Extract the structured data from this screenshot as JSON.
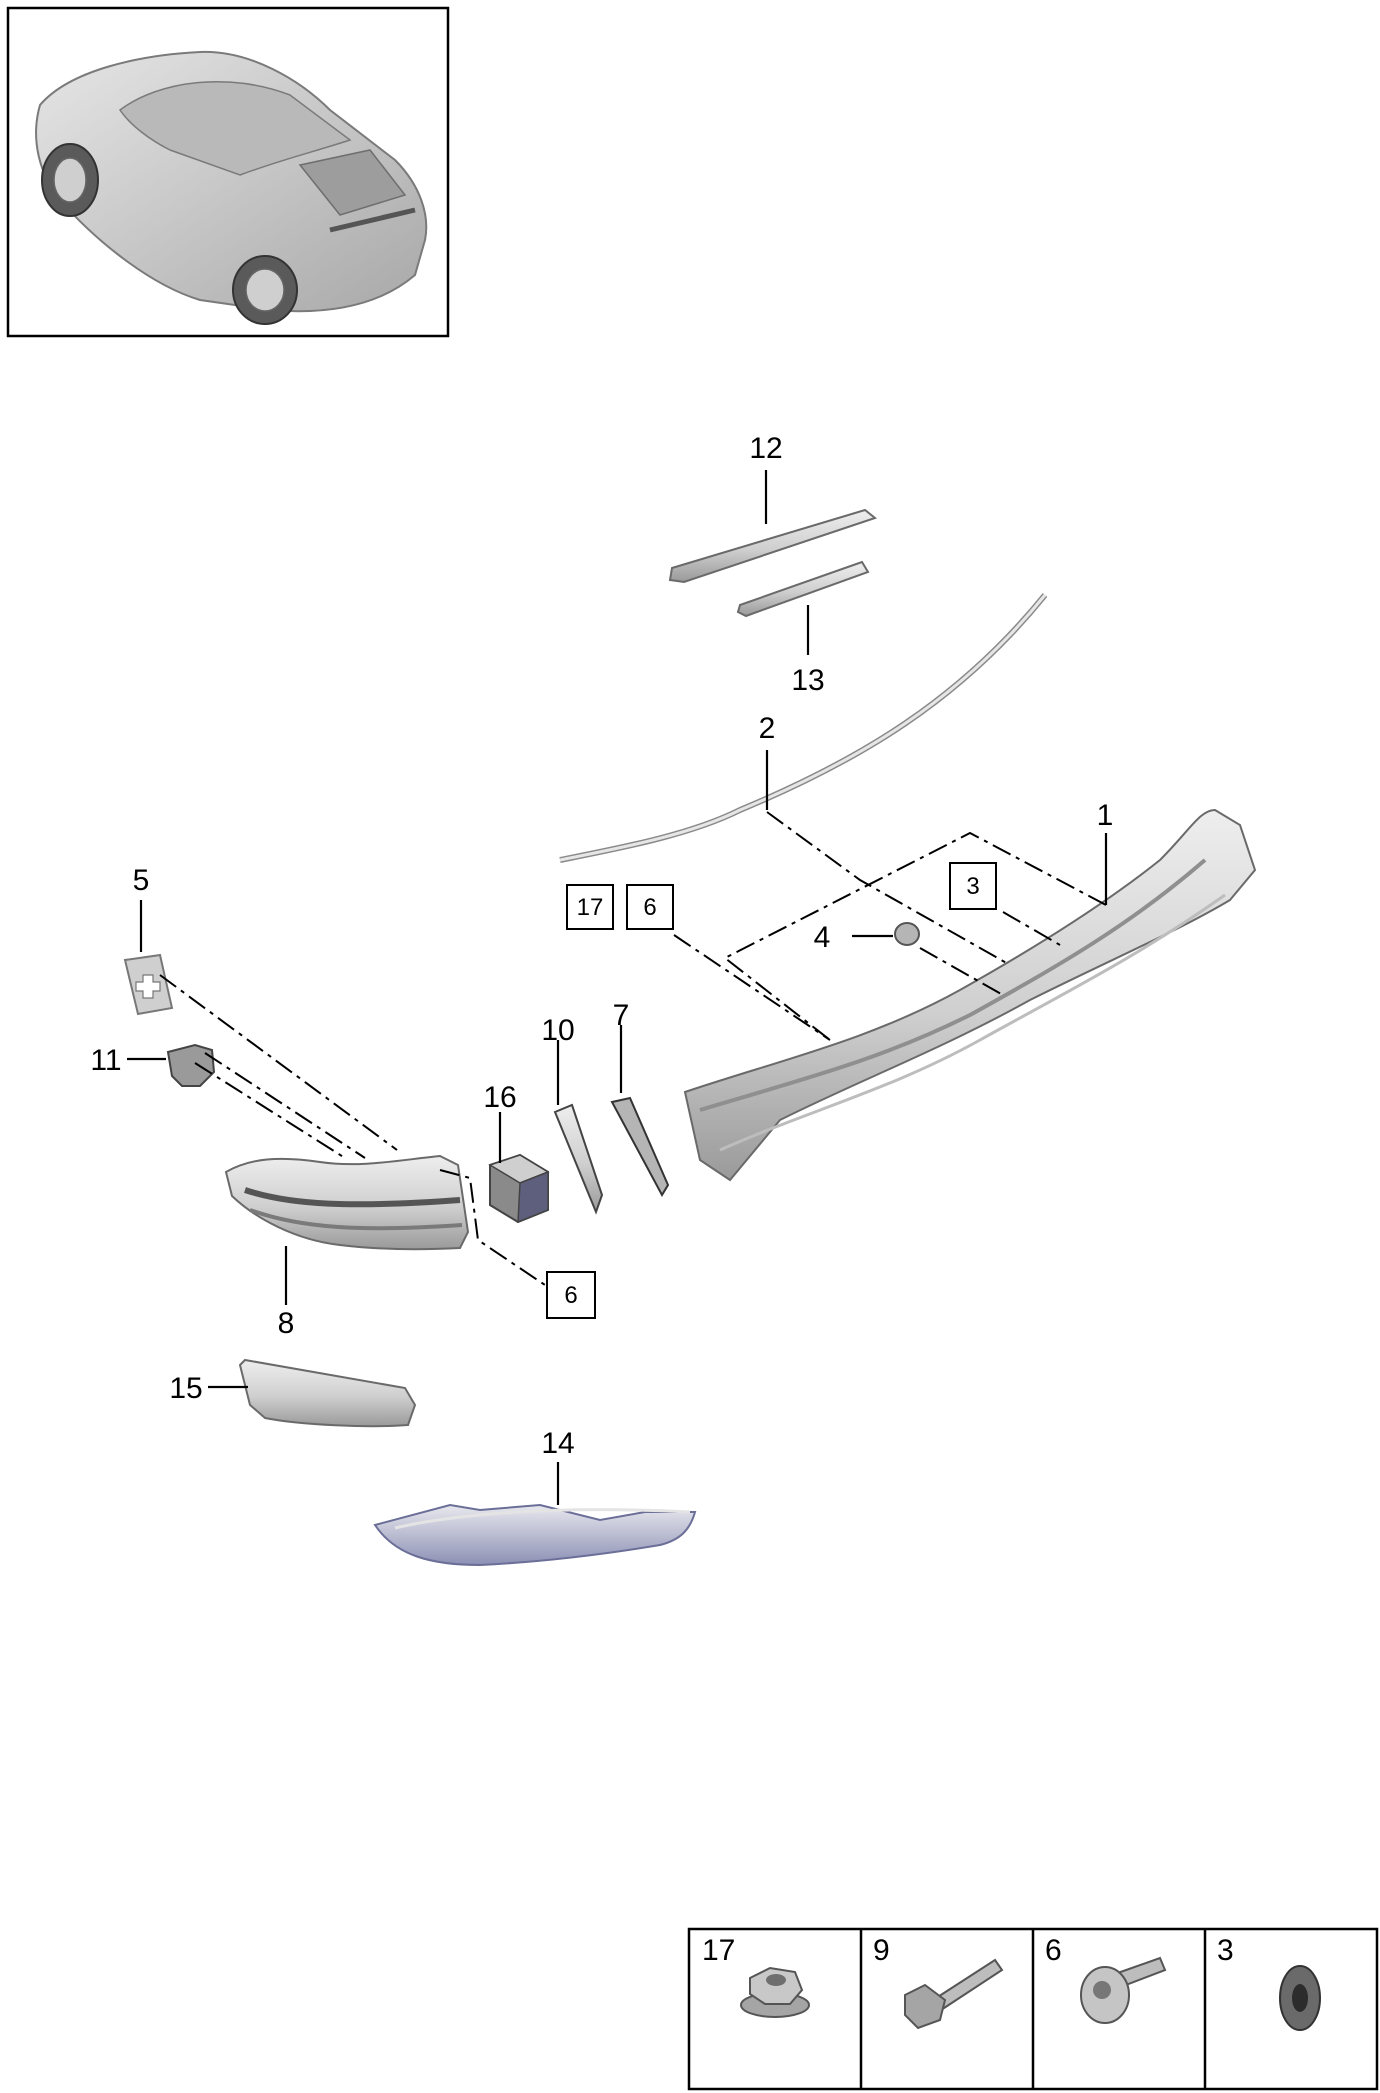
{
  "callouts": {
    "c1": "1",
    "c2": "2",
    "c3": "3",
    "c4": "4",
    "c5": "5",
    "c6": "6",
    "c6b": "6",
    "c7": "7",
    "c8": "8",
    "c10": "10",
    "c11": "11",
    "c12": "12",
    "c13": "13",
    "c14": "14",
    "c15": "15",
    "c16": "16",
    "c17": "17"
  },
  "legend": {
    "cells": [
      {
        "number": "17",
        "icon": "flange-nut-icon"
      },
      {
        "number": "9",
        "icon": "hex-bolt-icon"
      },
      {
        "number": "6",
        "icon": "torx-screw-icon"
      },
      {
        "number": "3",
        "icon": "grommet-icon"
      }
    ]
  },
  "colors": {
    "part_fill": "#d4d4d4",
    "part_shade": "#a9a9a9",
    "part_dark": "#8a8a8a",
    "blue_shade": "#8c90b4"
  }
}
